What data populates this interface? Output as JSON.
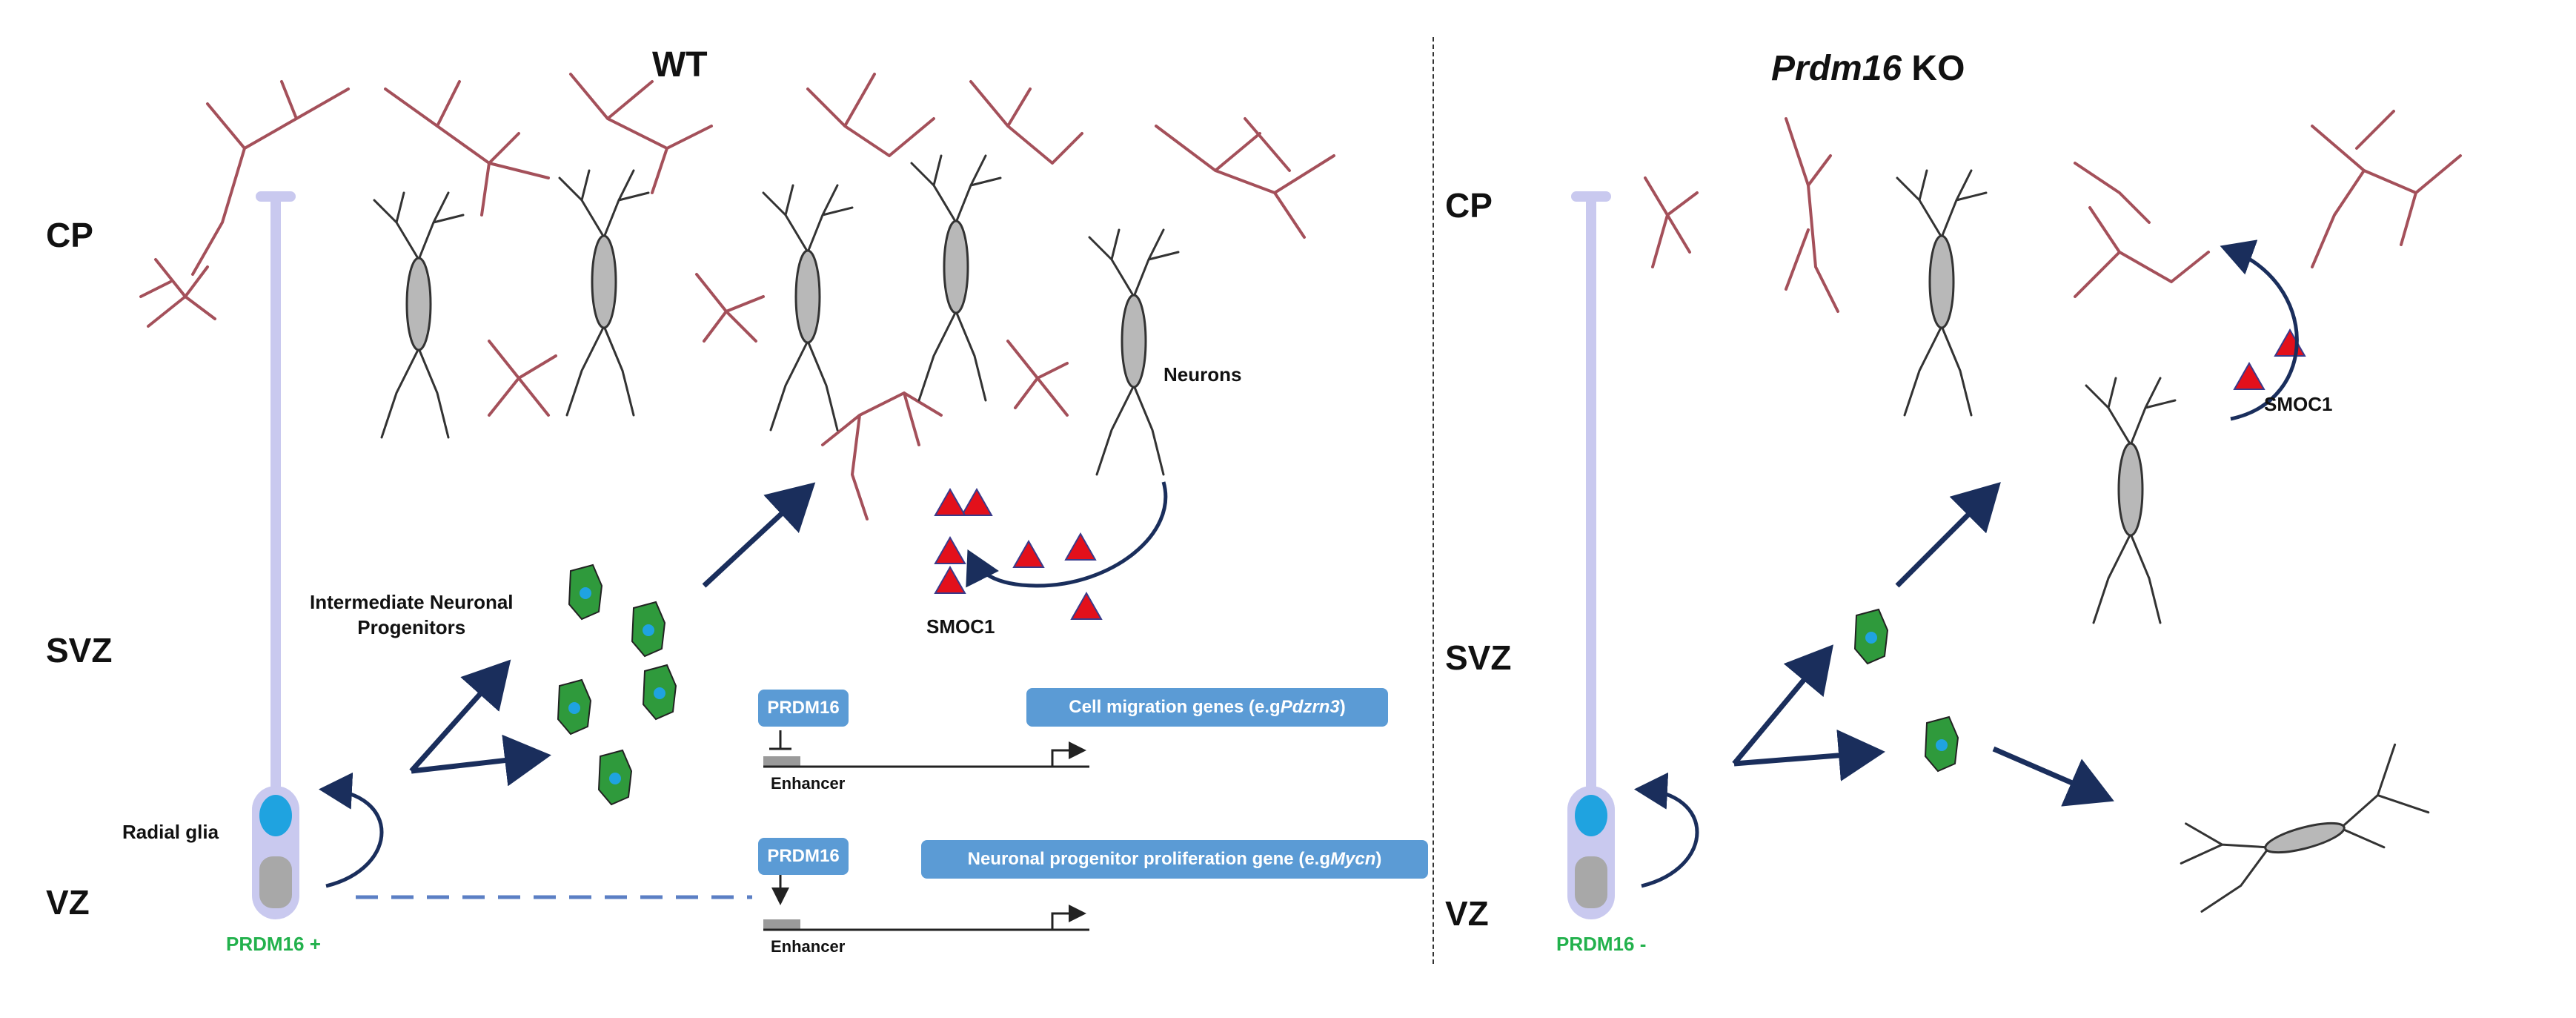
{
  "wt": {
    "title": "WT",
    "zones": {
      "cp": "CP",
      "svz": "SVZ",
      "vz": "VZ"
    },
    "neurons_label": "Neurons",
    "smoc1_label": "SMOC1",
    "inp_label_line1": "Intermediate Neuronal",
    "inp_label_line2": "Progenitors",
    "radial_glia_label": "Radial glia",
    "prdm16_status": "PRDM16 +",
    "reg1": {
      "factor": "PRDM16",
      "enhancer": "Enhancer",
      "target_prefix": "Cell migration genes (e.g ",
      "target_gene": "Pdzrn3",
      "target_suffix": ")"
    },
    "reg2": {
      "factor": "PRDM16",
      "enhancer": "Enhancer",
      "target_prefix": "Neuronal progenitor proliferation gene (e.g ",
      "target_gene": "Mycn",
      "target_suffix": ")"
    }
  },
  "ko": {
    "title_gene": "Prdm16",
    "title_suffix": " KO",
    "zones": {
      "cp": "CP",
      "svz": "SVZ",
      "vz": "VZ"
    },
    "smoc1_label": "SMOC1",
    "prdm16_status": "PRDM16 -"
  },
  "colors": {
    "fiber": "#a4505a",
    "glia": "#c9c9ef",
    "nucleus": "#1fa3e0",
    "progenitor": "#2f9a3c",
    "smoc1": "#e3101b",
    "arrow": "#1a2e5c",
    "box": "#5b9bd5",
    "prdm16_text": "#22b14c"
  }
}
